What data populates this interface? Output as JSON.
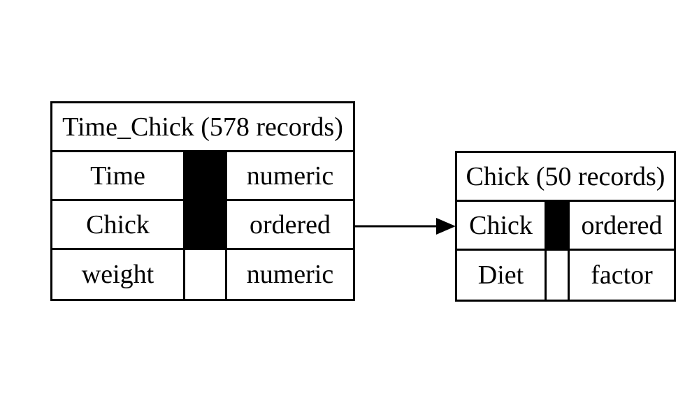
{
  "diagram": {
    "tables": [
      {
        "id": "Time_Chick",
        "title": "Time_Chick (578 records)",
        "rows": [
          {
            "name": "Time",
            "type": "numeric",
            "is_key": true
          },
          {
            "name": "Chick",
            "type": "ordered",
            "is_key": true
          },
          {
            "name": "weight",
            "type": "numeric",
            "is_key": false
          }
        ]
      },
      {
        "id": "Chick",
        "title": "Chick (50 records)",
        "rows": [
          {
            "name": "Chick",
            "type": "ordered",
            "is_key": true
          },
          {
            "name": "Diet",
            "type": "factor",
            "is_key": false
          }
        ]
      }
    ],
    "relation": {
      "from_table": "Time_Chick",
      "from_column": "Chick",
      "to_table": "Chick",
      "to_column": "Chick"
    },
    "colors": {
      "background": "#ffffff",
      "line": "#000000",
      "text": "#000000",
      "key_fill": "#000000"
    }
  }
}
